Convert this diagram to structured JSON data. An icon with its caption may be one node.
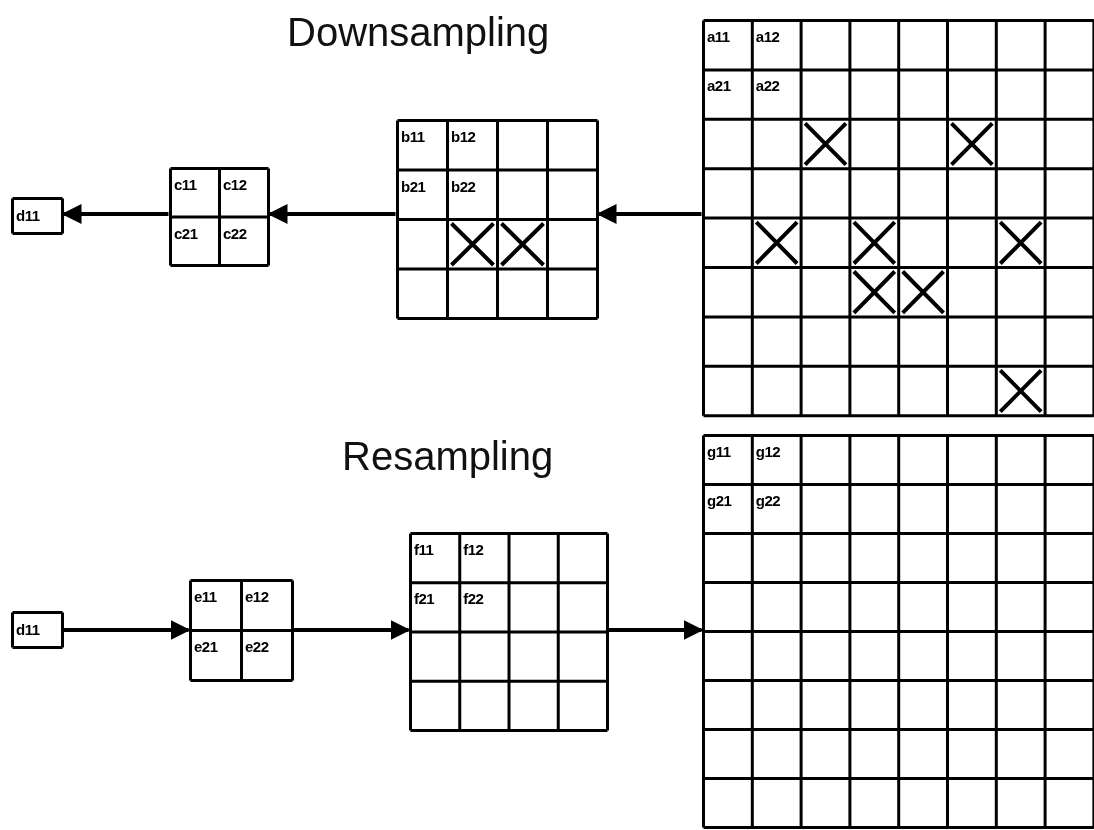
{
  "diagram": {
    "nodes": [
      {
        "text": [
          "a11",
          "a12",
          "a21",
          "a22"
        ]
      },
      {
        "text": [
          "b11",
          "b12",
          "b21",
          "b22"
        ]
      },
      {
        "text": [
          "c11",
          "c12",
          "c21",
          "c22"
        ]
      },
      {
        "text": [
          "d11"
        ]
      },
      {
        "text": [
          "d11"
        ]
      },
      {
        "text": [
          "e11",
          "e12",
          "e21",
          "e22"
        ]
      },
      {
        "text": [
          "f11",
          "f12",
          "f21",
          "f22"
        ]
      },
      {
        "text": [
          "g11",
          "g12",
          "g21",
          "g22"
        ]
      }
    ],
    "edges": [
      {
        "from": 0,
        "to": 1,
        "arrow": "to"
      },
      {
        "from": 1,
        "to": 2,
        "arrow": "to"
      },
      {
        "from": 2,
        "to": 3,
        "arrow": "to"
      },
      {
        "from": 4,
        "to": 5,
        "arrow": "to"
      },
      {
        "from": 5,
        "to": 6,
        "arrow": "to"
      },
      {
        "from": 6,
        "to": 7,
        "arrow": "to"
      }
    ],
    "labels": [
      "Downsampling",
      "Resampling"
    ]
  }
}
